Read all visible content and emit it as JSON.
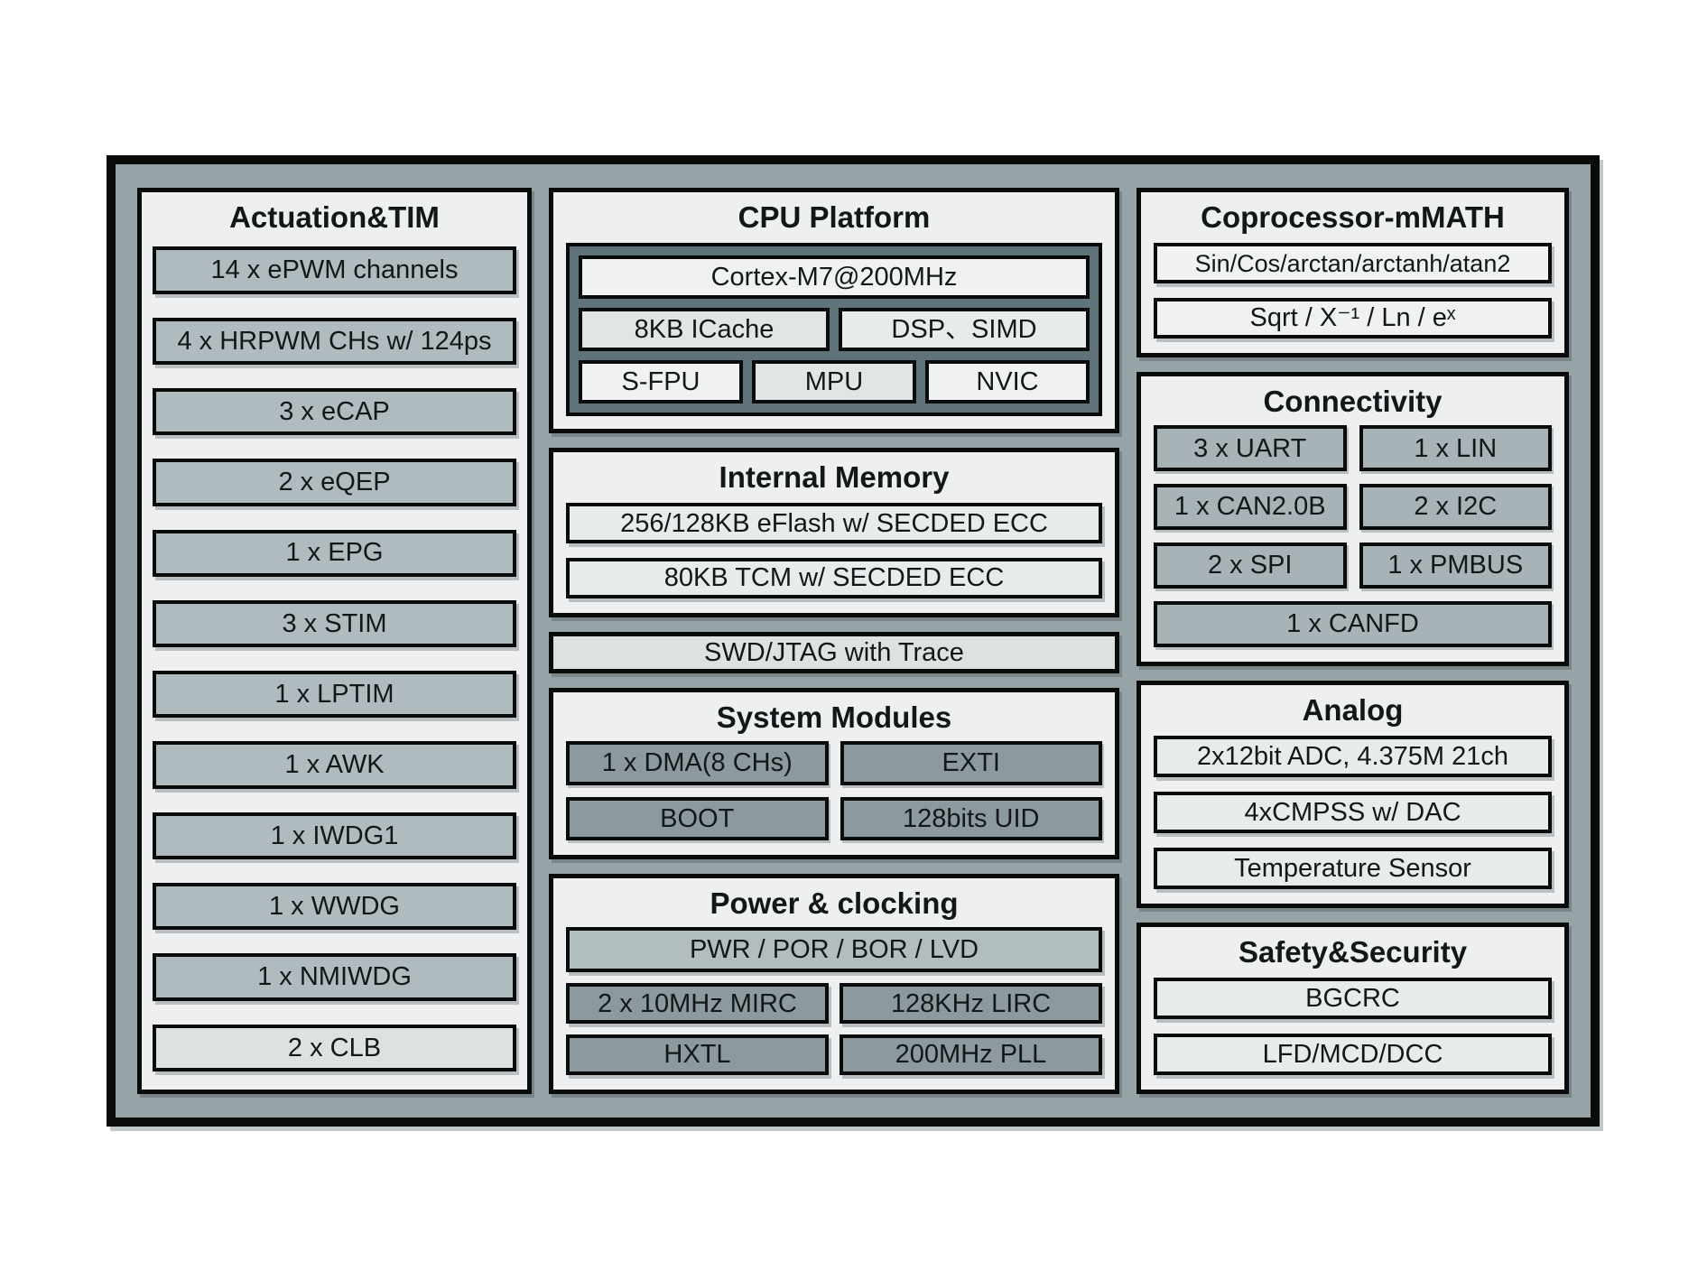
{
  "colors": {
    "frame-fill": "#96A3A7",
    "panel-fill": "#EDEFF0",
    "box-medium": "#AFBBBF",
    "box-light": "#DDE1E2",
    "box-lighter": "#E8EBEC",
    "box-dark": "#8C9AA0",
    "box-white": "#EFF1F2",
    "box-cache": "#E2E5E6",
    "cpu-core-fill": "#60727A",
    "pwr-fill": "#B2BDC0",
    "conn-fill": "#A7B3B7",
    "border": "#0A0C0C",
    "text": "#131718"
  },
  "actuation": {
    "title": "Actuation&TIM",
    "items": [
      "14 x ePWM channels",
      "4 x HRPWM CHs w/ 124ps",
      "3 x eCAP",
      "2 x eQEP",
      "1 x EPG",
      "3 x STIM",
      "1 x LPTIM",
      "1 x AWK",
      "1 x IWDG1",
      "1 x WWDG",
      "1 x NMIWDG",
      "2 x CLB"
    ]
  },
  "cpu": {
    "title": "CPU Platform",
    "core": "Cortex-M7@200MHz",
    "row2": [
      "8KB ICache",
      "DSP、SIMD"
    ],
    "row3": [
      "S-FPU",
      "MPU",
      "NVIC"
    ]
  },
  "memory": {
    "title": "Internal Memory",
    "items": [
      "256/128KB eFlash w/ SECDED ECC",
      "80KB TCM w/ SECDED ECC"
    ]
  },
  "debug": {
    "label": "SWD/JTAG with Trace"
  },
  "system": {
    "title": "System Modules",
    "cells": [
      "1 x DMA(8 CHs)",
      "EXTI",
      "BOOT",
      "128bits UID"
    ]
  },
  "power": {
    "title": "Power & clocking",
    "full": "PWR / POR / BOR / LVD",
    "cells": [
      "2 x 10MHz MIRC",
      "128KHz LIRC",
      "HXTL",
      "200MHz PLL"
    ]
  },
  "coprocessor": {
    "title": "Coprocessor-mMATH",
    "items": [
      "Sin/Cos/arctan/arctanh/atan2",
      "Sqrt / X⁻¹ / Ln / eˣ"
    ]
  },
  "connectivity": {
    "title": "Connectivity",
    "cells": [
      "3 x UART",
      "1 x LIN",
      "1 x CAN2.0B",
      "2 x I2C",
      "2 x SPI",
      "1 x PMBUS"
    ],
    "full": "1 x CANFD"
  },
  "analog": {
    "title": "Analog",
    "items": [
      "2x12bit ADC, 4.375M 21ch",
      "4xCMPSS w/ DAC",
      "Temperature Sensor"
    ]
  },
  "safety": {
    "title": "Safety&Security",
    "items": [
      "BGCRC",
      "LFD/MCD/DCC"
    ]
  }
}
